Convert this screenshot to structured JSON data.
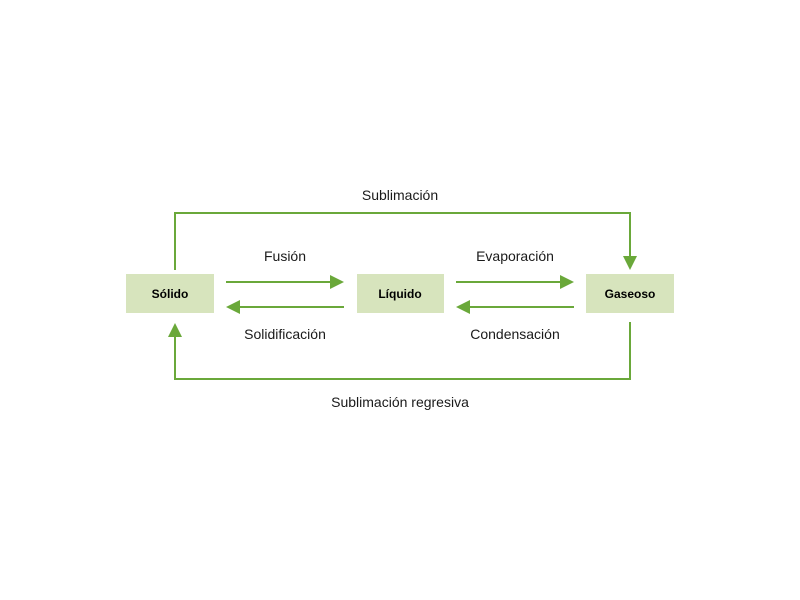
{
  "diagram": {
    "accent_color": "#6aa83a",
    "box_color": "#d7e4bd",
    "states": {
      "solid": "Sólido",
      "liquid": "Líquido",
      "gas": "Gaseoso"
    },
    "transitions": {
      "sublimation": "Sublimación",
      "fusion": "Fusión",
      "evaporation": "Evaporación",
      "solidification": "Solidificación",
      "condensation": "Condensación",
      "deposition": "Sublimación regresiva"
    }
  }
}
